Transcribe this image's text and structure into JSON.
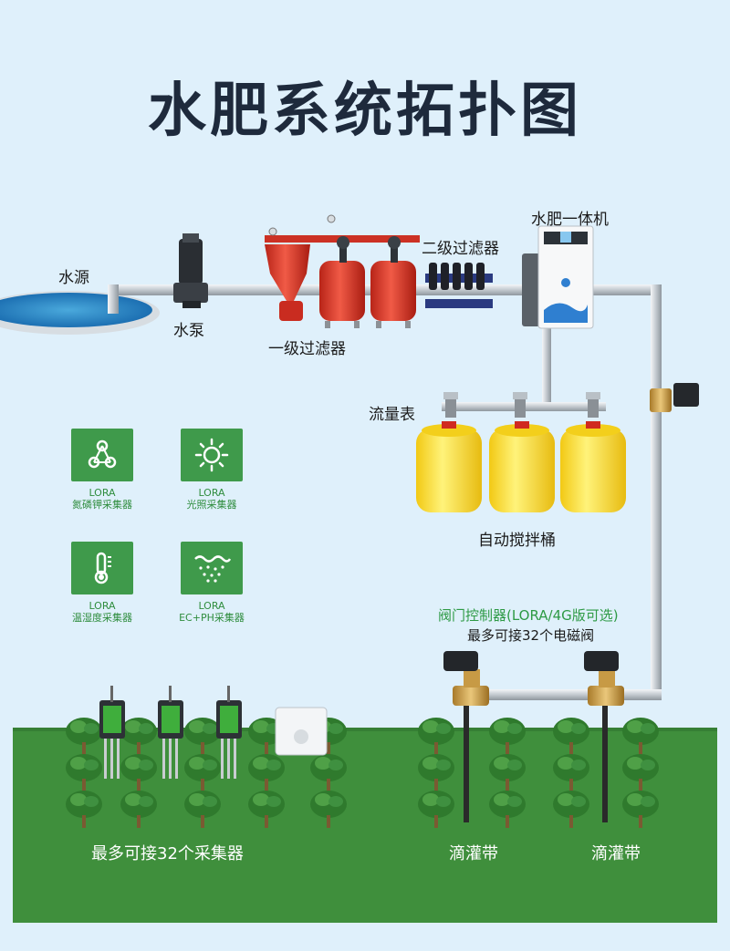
{
  "title": "水肥系统拓扑图",
  "labels": {
    "water_source": "水源",
    "pump": "水泵",
    "primary_filter": "一级过滤器",
    "secondary_filter": "二级过滤器",
    "fertigation_machine": "水肥一体机",
    "flow_meter": "流量表",
    "mixing_tanks": "自动搅拌桶",
    "valve_controller": "阀门控制器(LORA/4G版可选)",
    "valve_capacity": "最多可接32个电磁阀",
    "collector_capacity": "最多可接32个采集器",
    "drip_tape_1": "滴灌带",
    "drip_tape_2": "滴灌带"
  },
  "sensors": [
    {
      "line1": "LORA",
      "line2": "氮磷钾采集器",
      "icon": "molecule-icon"
    },
    {
      "line1": "LORA",
      "line2": "光照采集器",
      "icon": "sun-icon"
    },
    {
      "line1": "LORA",
      "line2": "温湿度采集器",
      "icon": "thermometer-icon"
    },
    {
      "line1": "LORA",
      "line2": "EC+PH采集器",
      "icon": "water-drops-icon"
    }
  ],
  "colors": {
    "background": "#dff0fb",
    "title": "#1e2a3c",
    "field": "#3f8f3c",
    "pipe": "#c9cfd4",
    "sensor_green": "#3f9a4b",
    "tank_yellow": "#f6dc25",
    "filter_red": "#e23a2b",
    "valve_brass": "#c99a3d"
  }
}
